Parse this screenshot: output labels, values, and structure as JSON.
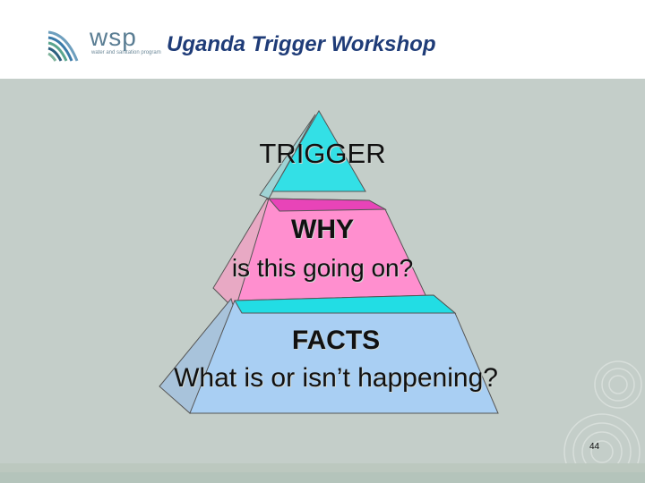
{
  "header": {
    "logo_word": "wsp",
    "logo_sub": "water and sanitation program",
    "title": "Uganda Trigger Workshop"
  },
  "pyramid": {
    "top_label": "TRIGGER",
    "middle_heading": "WHY",
    "middle_text": "is this going on?",
    "bottom_heading": "FACTS",
    "bottom_text": "What is or isn’t happening?"
  },
  "footer": {
    "page_number": "44"
  },
  "colors": {
    "header_title": "#1f3c78",
    "slide_bg": "#c4cec9",
    "tier_top": "#33e0e6",
    "tier_middle": "#ff8fcf",
    "tier_bottom": "#a9cff3"
  }
}
